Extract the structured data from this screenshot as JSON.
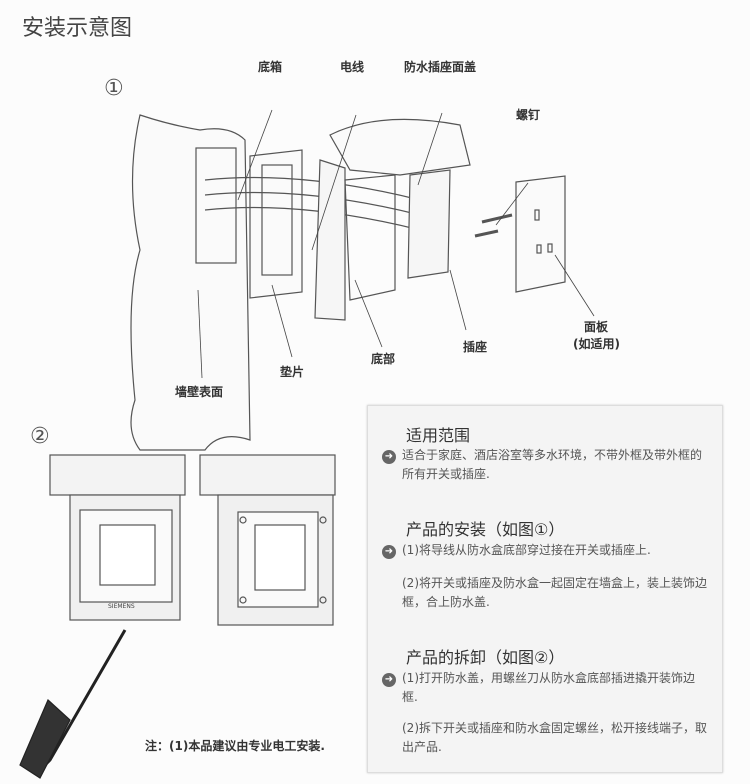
{
  "title": "安装示意图",
  "figure1": {
    "marker": "①",
    "labels": {
      "base_box": "底箱",
      "wire": "电线",
      "cover": "防水插座面盖",
      "screw": "螺钉",
      "panel": "面板",
      "panel_note": "(如适用)",
      "socket": "插座",
      "bottom": "底部",
      "gasket": "垫片",
      "wall": "墙壁表面"
    }
  },
  "figure2": {
    "marker": "②",
    "brand": "SIEMENS",
    "note": "注：(1)本品建议由专业电工安装."
  },
  "info": {
    "sections": [
      {
        "heading": "适用范围",
        "paragraphs": [
          "适合于家庭、酒店浴室等多水环境，不带外框及带外框的所有开关或插座."
        ]
      },
      {
        "heading": "产品的安装（如图①）",
        "paragraphs": [
          "(1)将导线从防水盒底部穿过接在开关或插座上.",
          "(2)将开关或插座及防水盒一起固定在墙盒上，装上装饰边框，合上防水盖."
        ]
      },
      {
        "heading": "产品的拆卸（如图②）",
        "paragraphs": [
          "(1)打开防水盖，用螺丝刀从防水盒底部插进撬开装饰边框.",
          "(2)拆下开关或插座和防水盒固定螺丝，松开接线端子，取出产品."
        ]
      }
    ]
  }
}
